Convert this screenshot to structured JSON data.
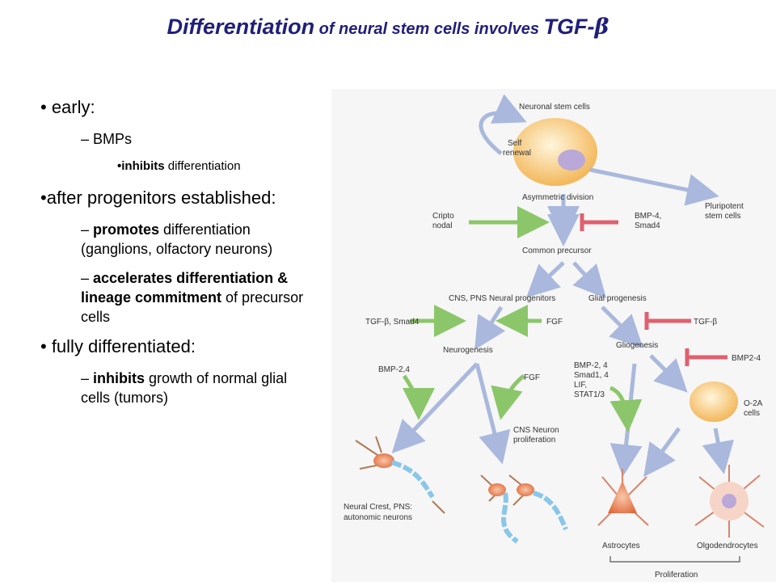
{
  "title": {
    "part1": "Differentiation",
    "part2": " of neural stem cells involves ",
    "part3": "TGF-",
    "beta": "β"
  },
  "bullets": {
    "early": "• early:",
    "bmps": "– BMPs",
    "inhibits_bold": "•inhibits",
    "inhibits_rest": " differentiation",
    "after": "•after progenitors established:",
    "promotes_dash": "– ",
    "promotes_bold": "promotes",
    "promotes_rest": " differentiation (ganglions, olfactory neurons)",
    "accel_dash": "– ",
    "accel_bold": "accelerates differentiation & lineage commitment",
    "accel_rest": " of precursor cells",
    "fully": "• fully differentiated:",
    "inh2_dash": "– ",
    "inh2_bold": "inhibits",
    "inh2_rest": " growth of normal glial cells (tumors)"
  },
  "figure": {
    "neuronal_stem": "Neuronal stem cells",
    "self": "Self",
    "renewal": "renewal",
    "asym": "Asymmetric division",
    "pluri1": "Pluripotent",
    "pluri2": "stem cells",
    "cripto": "Cripto",
    "nodal": "nodal",
    "bmp4": "BMP-4,",
    "smad4": "Smad4",
    "common": "Common precursor",
    "cns_pns": "CNS, PNS Neural progenitors",
    "glial": "Glial progenesis",
    "tgf_smad4": "TGF-β, Smad4",
    "fgf1": "FGF",
    "tgf_b": "TGF-β",
    "neurogenesis": "Neurogenesis",
    "gliogenesis": "Gliogenesis",
    "bmp24_left": "BMP-2,4",
    "fgf2": "FGF",
    "bmp24_mid1": "BMP-2, 4",
    "bmp24_mid2": "Smad1, 4",
    "bmp24_mid3": "LIF,",
    "bmp24_mid4": "STAT1/3",
    "bmp2_4": "BMP2-4",
    "o2a1": "O-2A",
    "o2a2": "cells",
    "cns_neuron1": "CNS Neuron",
    "cns_neuron2": "proliferation",
    "neural_crest1": "Neural Crest, PNS:",
    "neural_crest2": "autonomic neurons",
    "astro": "Astrocytes",
    "oligo": "Olgodendrocytes",
    "prolif": "Proliferation"
  }
}
